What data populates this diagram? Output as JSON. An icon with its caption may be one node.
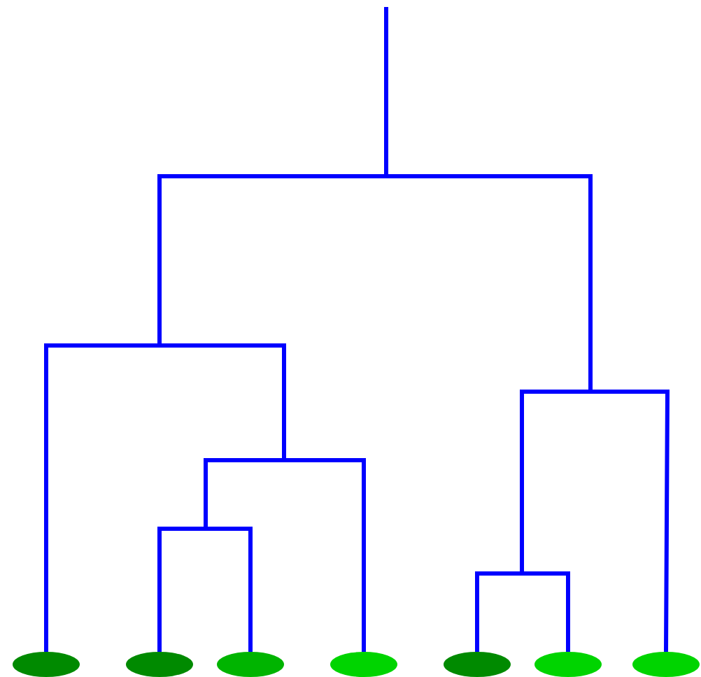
{
  "diagram": {
    "nodes": [
      {
        "text": [],
        "shape": "ellipse"
      },
      {
        "text": [],
        "shape": "ellipse"
      },
      {
        "text": [],
        "shape": "ellipse"
      },
      {
        "text": [],
        "shape": "ellipse"
      },
      {
        "text": [],
        "shape": "ellipse"
      },
      {
        "text": [],
        "shape": "ellipse"
      },
      {
        "text": [],
        "shape": "ellipse"
      }
    ],
    "edges": [
      {
        "from": null,
        "to": 0,
        "arrow": "none"
      },
      {
        "from": null,
        "to": 1,
        "arrow": "none"
      },
      {
        "from": null,
        "to": 2,
        "arrow": "none"
      },
      {
        "from": null,
        "to": 3,
        "arrow": "none"
      },
      {
        "from": null,
        "to": 4,
        "arrow": "none"
      },
      {
        "from": null,
        "to": 5,
        "arrow": "none"
      },
      {
        "from": null,
        "to": 6,
        "arrow": "none"
      }
    ]
  }
}
